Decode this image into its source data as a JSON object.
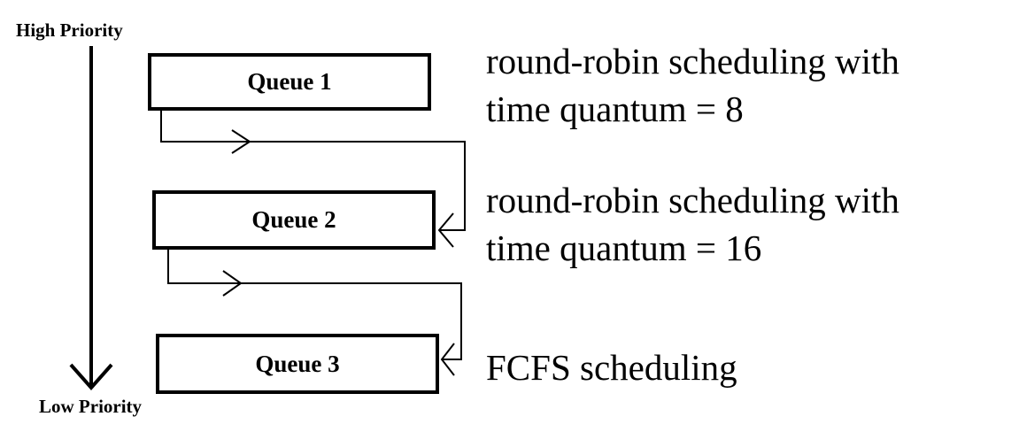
{
  "priority": {
    "high_label": "High Priority",
    "low_label": "Low Priority"
  },
  "queues": [
    {
      "label": "Queue 1",
      "description_lines": [
        "round-robin scheduling with",
        "time quantum = 8"
      ]
    },
    {
      "label": "Queue 2",
      "description_lines": [
        "round-robin scheduling with",
        "time quantum = 16"
      ]
    },
    {
      "label": "Queue 3",
      "description_lines": [
        "FCFS scheduling"
      ]
    }
  ]
}
